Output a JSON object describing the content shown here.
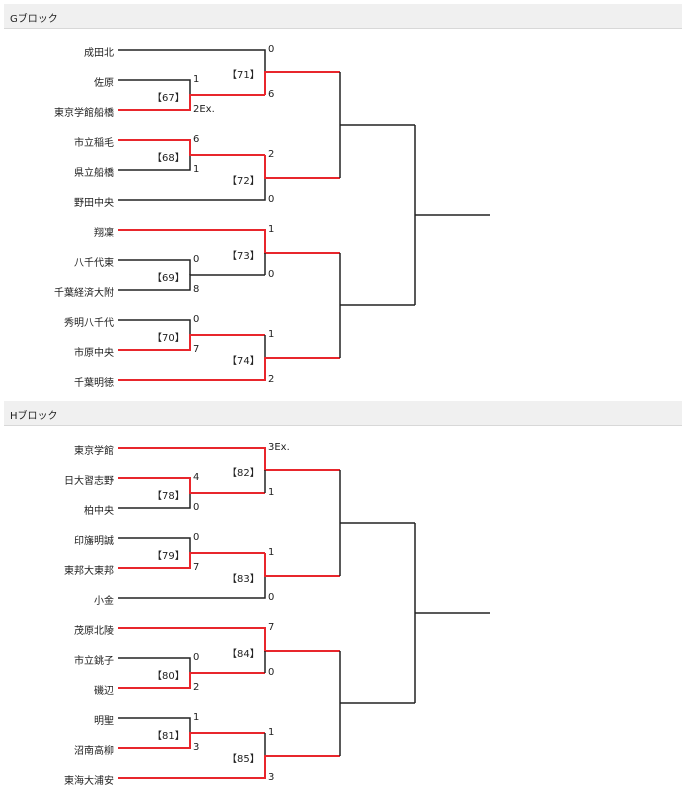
{
  "blocks": [
    {
      "title": "Gブロック",
      "teams": [
        "成田北",
        "佐原",
        "東京学館船橋",
        "市立稲毛",
        "県立船橋",
        "野田中央",
        "翔凜",
        "八千代東",
        "千葉経済大附",
        "秀明八千代",
        "市原中央",
        "千葉明徳"
      ],
      "matches": {
        "m67": "【67】",
        "m68": "【68】",
        "m69": "【69】",
        "m70": "【70】",
        "m71": "【71】",
        "m72": "【72】",
        "m73": "【73】",
        "m74": "【74】"
      },
      "scores": {
        "s67a": "1",
        "s67b": "2Ex.",
        "s68a": "6",
        "s68b": "1",
        "s69a": "0",
        "s69b": "8",
        "s70a": "0",
        "s70b": "7",
        "s71a": "0",
        "s71b": "6",
        "s72a": "2",
        "s72b": "0",
        "s73a": "1",
        "s73b": "0",
        "s74a": "1",
        "s74b": "2"
      }
    },
    {
      "title": "Hブロック",
      "teams": [
        "東京学館",
        "日大習志野",
        "柏中央",
        "印旛明誠",
        "東邦大東邦",
        "小金",
        "茂原北陵",
        "市立銚子",
        "磯辺",
        "明聖",
        "沼南高柳",
        "東海大浦安"
      ],
      "matches": {
        "m78": "【78】",
        "m79": "【79】",
        "m80": "【80】",
        "m81": "【81】",
        "m82": "【82】",
        "m83": "【83】",
        "m84": "【84】",
        "m85": "【85】"
      },
      "scores": {
        "s78a": "4",
        "s78b": "0",
        "s79a": "0",
        "s79b": "7",
        "s80a": "0",
        "s80b": "2",
        "s81a": "1",
        "s81b": "3",
        "s82a": "3Ex.",
        "s82b": "1",
        "s83a": "1",
        "s83b": "0",
        "s84a": "7",
        "s84b": "0",
        "s85a": "1",
        "s85b": "3"
      }
    }
  ],
  "colors": {
    "win": "#e8262c",
    "line": "#222222",
    "header_bg": "#f0f0f0"
  }
}
